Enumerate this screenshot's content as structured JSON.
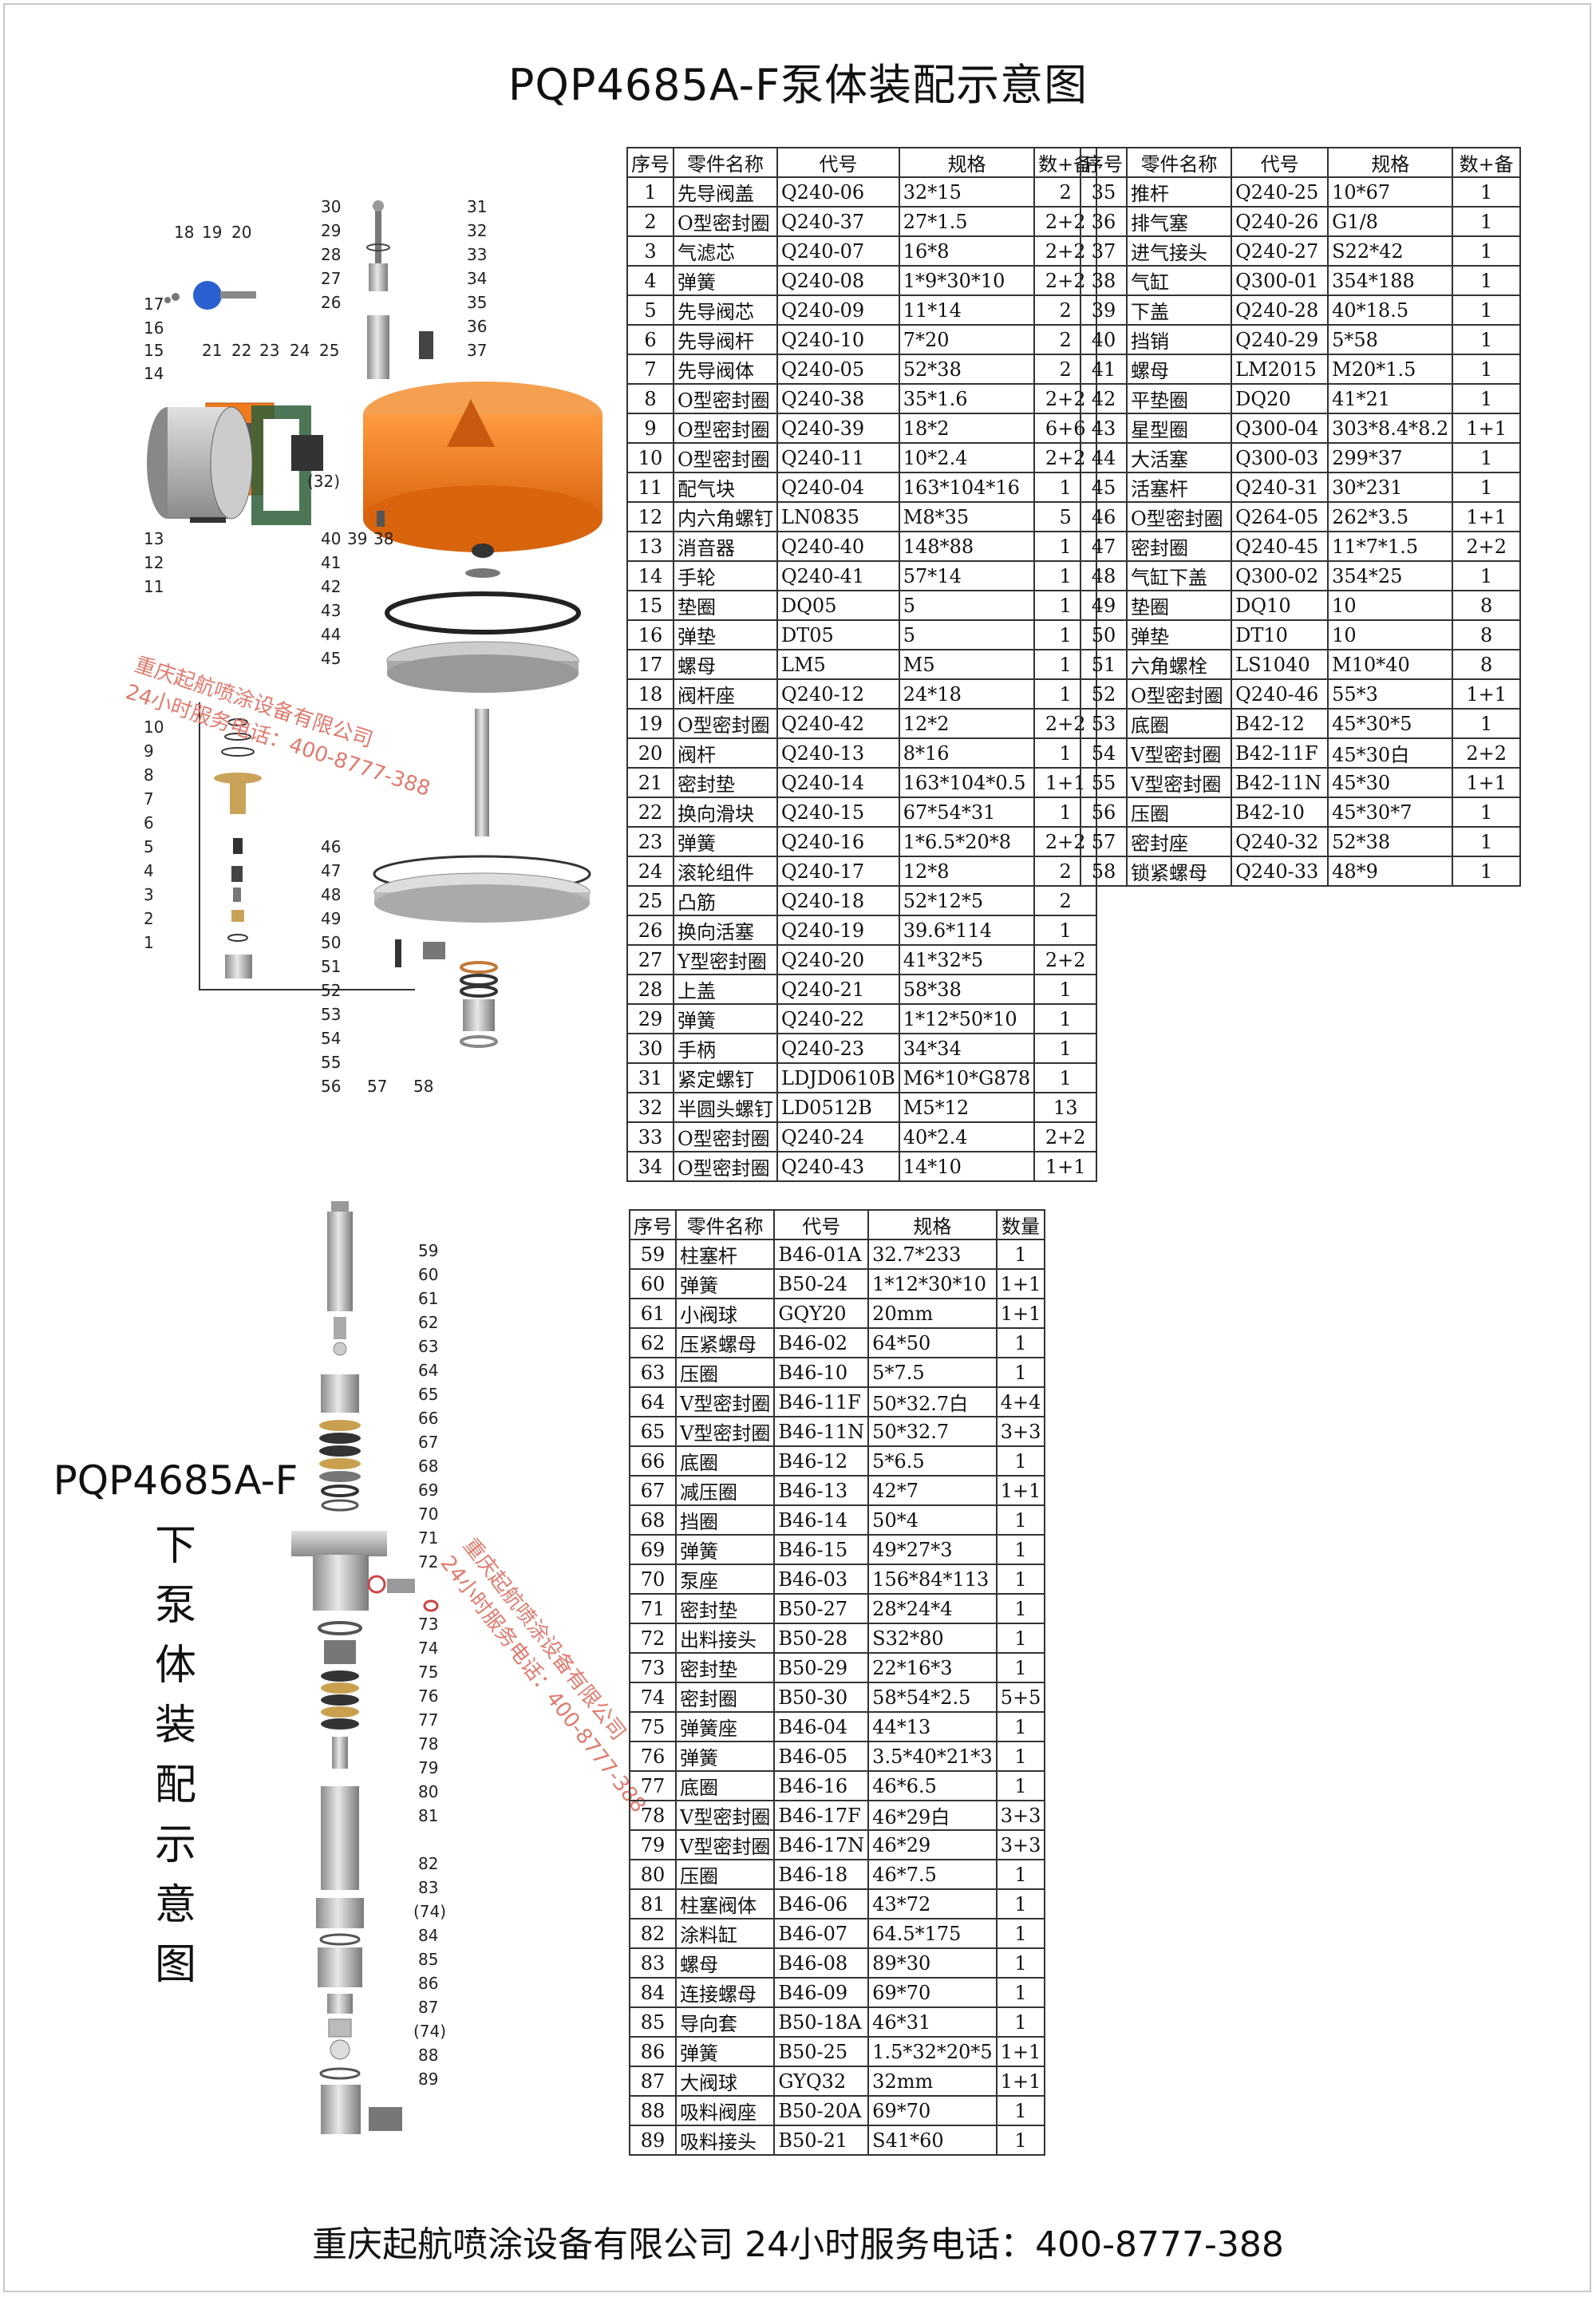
{
  "title": "PQP4685A-F泵体装配示意图",
  "lower_title": "PQP4685A-F",
  "lower_title_chars": [
    "下",
    "泵",
    "体",
    "装",
    "配",
    "示",
    "意",
    "图"
  ],
  "footer": "重庆起航喷涂设备有限公司  24小时服务电话：400-8777-388",
  "watermark": {
    "line1": "重庆起航喷涂设备有限公司",
    "line2": "24小时服务电话：400-8777-388"
  },
  "upper_headers": [
    "序号",
    "零件名称",
    "代号",
    "规格",
    "数+备"
  ],
  "lower_headers": [
    "序号",
    "零件名称",
    "代号",
    "规格",
    "数量"
  ],
  "table1": [
    [
      "1",
      "先导阀盖",
      "Q240-06",
      "32*15",
      "2"
    ],
    [
      "2",
      "O型密封圈",
      "Q240-37",
      "27*1.5",
      "2+2"
    ],
    [
      "3",
      "气滤芯",
      "Q240-07",
      "16*8",
      "2+2"
    ],
    [
      "4",
      "弹簧",
      "Q240-08",
      "1*9*30*10",
      "2+2"
    ],
    [
      "5",
      "先导阀芯",
      "Q240-09",
      "11*14",
      "2"
    ],
    [
      "6",
      "先导阀杆",
      "Q240-10",
      "7*20",
      "2"
    ],
    [
      "7",
      "先导阀体",
      "Q240-05",
      "52*38",
      "2"
    ],
    [
      "8",
      "O型密封圈",
      "Q240-38",
      "35*1.6",
      "2+2"
    ],
    [
      "9",
      "O型密封圈",
      "Q240-39",
      "18*2",
      "6+6"
    ],
    [
      "10",
      "O型密封圈",
      "Q240-11",
      "10*2.4",
      "2+2"
    ],
    [
      "11",
      "配气块",
      "Q240-04",
      "163*104*16",
      "1"
    ],
    [
      "12",
      "内六角螺钉",
      "LN0835",
      "M8*35",
      "5"
    ],
    [
      "13",
      "消音器",
      "Q240-40",
      "148*88",
      "1"
    ],
    [
      "14",
      "手轮",
      "Q240-41",
      "57*14",
      "1"
    ],
    [
      "15",
      "垫圈",
      "DQ05",
      "5",
      "1"
    ],
    [
      "16",
      "弹垫",
      "DT05",
      "5",
      "1"
    ],
    [
      "17",
      "螺母",
      "LM5",
      "M5",
      "1"
    ],
    [
      "18",
      "阀杆座",
      "Q240-12",
      "24*18",
      "1"
    ],
    [
      "19",
      "O型密封圈",
      "Q240-42",
      "12*2",
      "2+2"
    ],
    [
      "20",
      "阀杆",
      "Q240-13",
      "8*16",
      "1"
    ],
    [
      "21",
      "密封垫",
      "Q240-14",
      "163*104*0.5",
      "1+1"
    ],
    [
      "22",
      "换向滑块",
      "Q240-15",
      "67*54*31",
      "1"
    ],
    [
      "23",
      "弹簧",
      "Q240-16",
      "1*6.5*20*8",
      "2+2"
    ],
    [
      "24",
      "滚轮组件",
      "Q240-17",
      "12*8",
      "2"
    ],
    [
      "25",
      "凸筋",
      "Q240-18",
      "52*12*5",
      "2"
    ],
    [
      "26",
      "换向活塞",
      "Q240-19",
      "39.6*114",
      "1"
    ],
    [
      "27",
      "Y型密封圈",
      "Q240-20",
      "41*32*5",
      "2+2"
    ],
    [
      "28",
      "上盖",
      "Q240-21",
      "58*38",
      "1"
    ],
    [
      "29",
      "弹簧",
      "Q240-22",
      "1*12*50*10",
      "1"
    ],
    [
      "30",
      "手柄",
      "Q240-23",
      "34*34",
      "1"
    ],
    [
      "31",
      "紧定螺钉",
      "LDJD0610B",
      "M6*10*G878",
      "1"
    ],
    [
      "32",
      "半圆头螺钉",
      "LD0512B",
      "M5*12",
      "13"
    ],
    [
      "33",
      "O型密封圈",
      "Q240-24",
      "40*2.4",
      "2+2"
    ],
    [
      "34",
      "O型密封圈",
      "Q240-43",
      "14*10",
      "1+1"
    ]
  ],
  "table2": [
    [
      "35",
      "推杆",
      "Q240-25",
      "10*67",
      "1"
    ],
    [
      "36",
      "排气塞",
      "Q240-26",
      "G1/8",
      "1"
    ],
    [
      "37",
      "进气接头",
      "Q240-27",
      "S22*42",
      "1"
    ],
    [
      "38",
      "气缸",
      "Q300-01",
      "354*188",
      "1"
    ],
    [
      "39",
      "下盖",
      "Q240-28",
      "40*18.5",
      "1"
    ],
    [
      "40",
      "挡销",
      "Q240-29",
      "5*58",
      "1"
    ],
    [
      "41",
      "螺母",
      "LM2015",
      "M20*1.5",
      "1"
    ],
    [
      "42",
      "平垫圈",
      "DQ20",
      "41*21",
      "1"
    ],
    [
      "43",
      "星型圈",
      "Q300-04",
      "303*8.4*8.2",
      "1+1"
    ],
    [
      "44",
      "大活塞",
      "Q300-03",
      "299*37",
      "1"
    ],
    [
      "45",
      "活塞杆",
      "Q240-31",
      "30*231",
      "1"
    ],
    [
      "46",
      "O型密封圈",
      "Q264-05",
      "262*3.5",
      "1+1"
    ],
    [
      "47",
      "密封圈",
      "Q240-45",
      "11*7*1.5",
      "2+2"
    ],
    [
      "48",
      "气缸下盖",
      "Q300-02",
      "354*25",
      "1"
    ],
    [
      "49",
      "垫圈",
      "DQ10",
      "10",
      "8"
    ],
    [
      "50",
      "弹垫",
      "DT10",
      "10",
      "8"
    ],
    [
      "51",
      "六角螺栓",
      "LS1040",
      "M10*40",
      "8"
    ],
    [
      "52",
      "O型密封圈",
      "Q240-46",
      "55*3",
      "1+1"
    ],
    [
      "53",
      "底圈",
      "B42-12",
      "45*30*5",
      "1"
    ],
    [
      "54",
      "V型密封圈",
      "B42-11F",
      "45*30白",
      "2+2"
    ],
    [
      "55",
      "V型密封圈",
      "B42-11N",
      "45*30",
      "1+1"
    ],
    [
      "56",
      "压圈",
      "B42-10",
      "45*30*7",
      "1"
    ],
    [
      "57",
      "密封座",
      "Q240-32",
      "52*38",
      "1"
    ],
    [
      "58",
      "锁紧螺母",
      "Q240-33",
      "48*9",
      "1"
    ]
  ],
  "table3": [
    [
      "59",
      "柱塞杆",
      "B46-01A",
      "32.7*233",
      "1"
    ],
    [
      "60",
      "弹簧",
      "B50-24",
      "1*12*30*10",
      "1+1"
    ],
    [
      "61",
      "小阀球",
      "GQY20",
      "20mm",
      "1+1"
    ],
    [
      "62",
      "压紧螺母",
      "B46-02",
      "64*50",
      "1"
    ],
    [
      "63",
      "压圈",
      "B46-10",
      "5*7.5",
      "1"
    ],
    [
      "64",
      "V型密封圈",
      "B46-11F",
      "50*32.7白",
      "4+4"
    ],
    [
      "65",
      "V型密封圈",
      "B46-11N",
      "50*32.7",
      "3+3"
    ],
    [
      "66",
      "底圈",
      "B46-12",
      "5*6.5",
      "1"
    ],
    [
      "67",
      "减压圈",
      "B46-13",
      "42*7",
      "1+1"
    ],
    [
      "68",
      "挡圈",
      "B46-14",
      "50*4",
      "1"
    ],
    [
      "69",
      "弹簧",
      "B46-15",
      "49*27*3",
      "1"
    ],
    [
      "70",
      "泵座",
      "B46-03",
      "156*84*113",
      "1"
    ],
    [
      "71",
      "密封垫",
      "B50-27",
      "28*24*4",
      "1"
    ],
    [
      "72",
      "出料接头",
      "B50-28",
      "S32*80",
      "1"
    ],
    [
      "73",
      "密封垫",
      "B50-29",
      "22*16*3",
      "1"
    ],
    [
      "74",
      "密封圈",
      "B50-30",
      "58*54*2.5",
      "5+5"
    ],
    [
      "75",
      "弹簧座",
      "B46-04",
      "44*13",
      "1"
    ],
    [
      "76",
      "弹簧",
      "B46-05",
      "3.5*40*21*3",
      "1"
    ],
    [
      "77",
      "底圈",
      "B46-16",
      "46*6.5",
      "1"
    ],
    [
      "78",
      "V型密封圈",
      "B46-17F",
      "46*29白",
      "3+3"
    ],
    [
      "79",
      "V型密封圈",
      "B46-17N",
      "46*29",
      "3+3"
    ],
    [
      "80",
      "压圈",
      "B46-18",
      "46*7.5",
      "1"
    ],
    [
      "81",
      "柱塞阀体",
      "B46-06",
      "43*72",
      "1"
    ],
    [
      "82",
      "涂料缸",
      "B46-07",
      "64.5*175",
      "1"
    ],
    [
      "83",
      "螺母",
      "B46-08",
      "89*30",
      "1"
    ],
    [
      "84",
      "连接螺母",
      "B46-09",
      "69*70",
      "1"
    ],
    [
      "85",
      "导向套",
      "B50-18A",
      "46*31",
      "1"
    ],
    [
      "86",
      "弹簧",
      "B50-25",
      "1.5*32*20*5",
      "1+1"
    ],
    [
      "87",
      "大阀球",
      "GYQ32",
      "32mm",
      "1+1"
    ],
    [
      "88",
      "吸料阀座",
      "B50-20A",
      "69*70",
      "1"
    ],
    [
      "89",
      "吸料接头",
      "B50-21",
      "S41*60",
      "1"
    ]
  ],
  "callouts_upper": [
    "30",
    "31",
    "29",
    "32",
    "28",
    "33",
    "27",
    "34",
    "26",
    "35",
    "36",
    "37",
    "18",
    "19",
    "20",
    "17",
    "16",
    "15",
    "14",
    "21",
    "22",
    "23",
    "24",
    "25",
    "(32)",
    "13",
    "12",
    "11",
    "40",
    "39",
    "38",
    "41",
    "42",
    "43",
    "44",
    "45",
    "10",
    "9",
    "8",
    "7",
    "6",
    "5",
    "4",
    "3",
    "2",
    "1",
    "46",
    "47",
    "48",
    "49",
    "50",
    "51",
    "52",
    "53",
    "54",
    "55",
    "56",
    "57",
    "58"
  ],
  "callouts_lower": [
    "59",
    "60",
    "61",
    "62",
    "63",
    "64",
    "65",
    "66",
    "67",
    "68",
    "69",
    "70",
    "71",
    "72",
    "73",
    "74",
    "75",
    "76",
    "77",
    "78",
    "79",
    "80",
    "81",
    "82",
    "83",
    "(74)",
    "84",
    "85",
    "86",
    "87",
    "(74)",
    "88",
    "89"
  ],
  "colors": {
    "orange": "#f07a1e",
    "metal": "#b8b8b8",
    "blue": "#2a5fd0",
    "watermark": "#e07a6e"
  }
}
